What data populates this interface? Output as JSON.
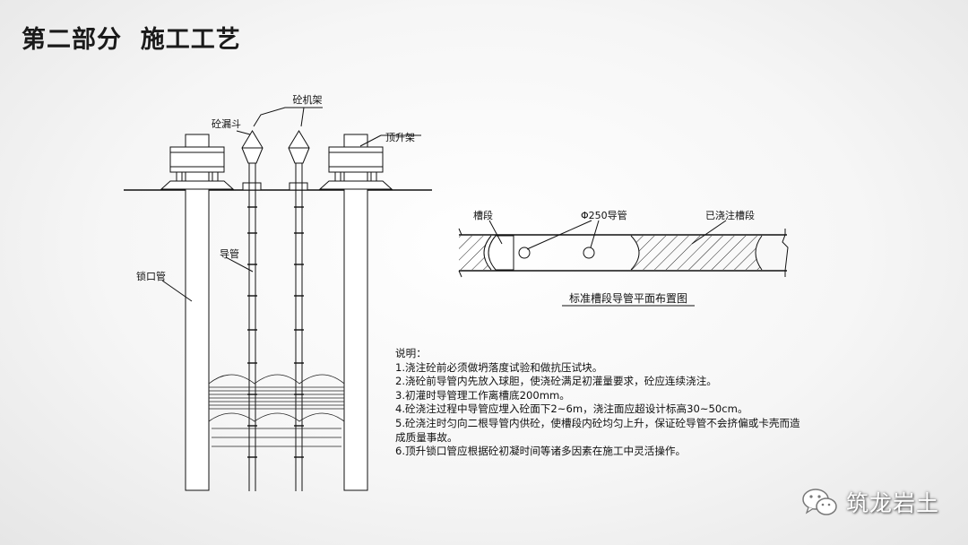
{
  "page": {
    "title": "第二部分  施工工艺"
  },
  "section_view": {
    "labels": {
      "concrete_frame": "砼机架",
      "hopper": "砼漏斗",
      "jacking_frame": "顶升架",
      "tremie": "导管",
      "locking_pipe": "锁口管"
    }
  },
  "plan_view": {
    "labels": {
      "trench_segment": "槽段",
      "pipe": "Φ250导管",
      "poured_segment": "已浇注槽段"
    },
    "caption": "标准槽段导管平面布置图"
  },
  "notes": {
    "heading": "说明：",
    "items": [
      "1.浇注砼前必须做坍落度试验和做抗压试块。",
      "2.浇砼前导管内先放入球胆，使浇砼满足初灌量要求，砼应连续浇注。",
      "3.初灌时导管理工作离槽底200mm。",
      "4.砼浇注过程中导管应埋入砼面下2~6m，浇注面应超设计标高30~50cm。",
      "5.砼浇注时匀向二根导管内供砼，使槽段内砼均匀上升，保证砼导管不会挤偏或卡壳而造成质量事故。",
      "6.顶升锁口管应根据砼初凝时间等诸多因素在施工中灵活操作。"
    ]
  },
  "watermark": {
    "text": "筑龙岩土",
    "icon": "wechat-icon"
  }
}
